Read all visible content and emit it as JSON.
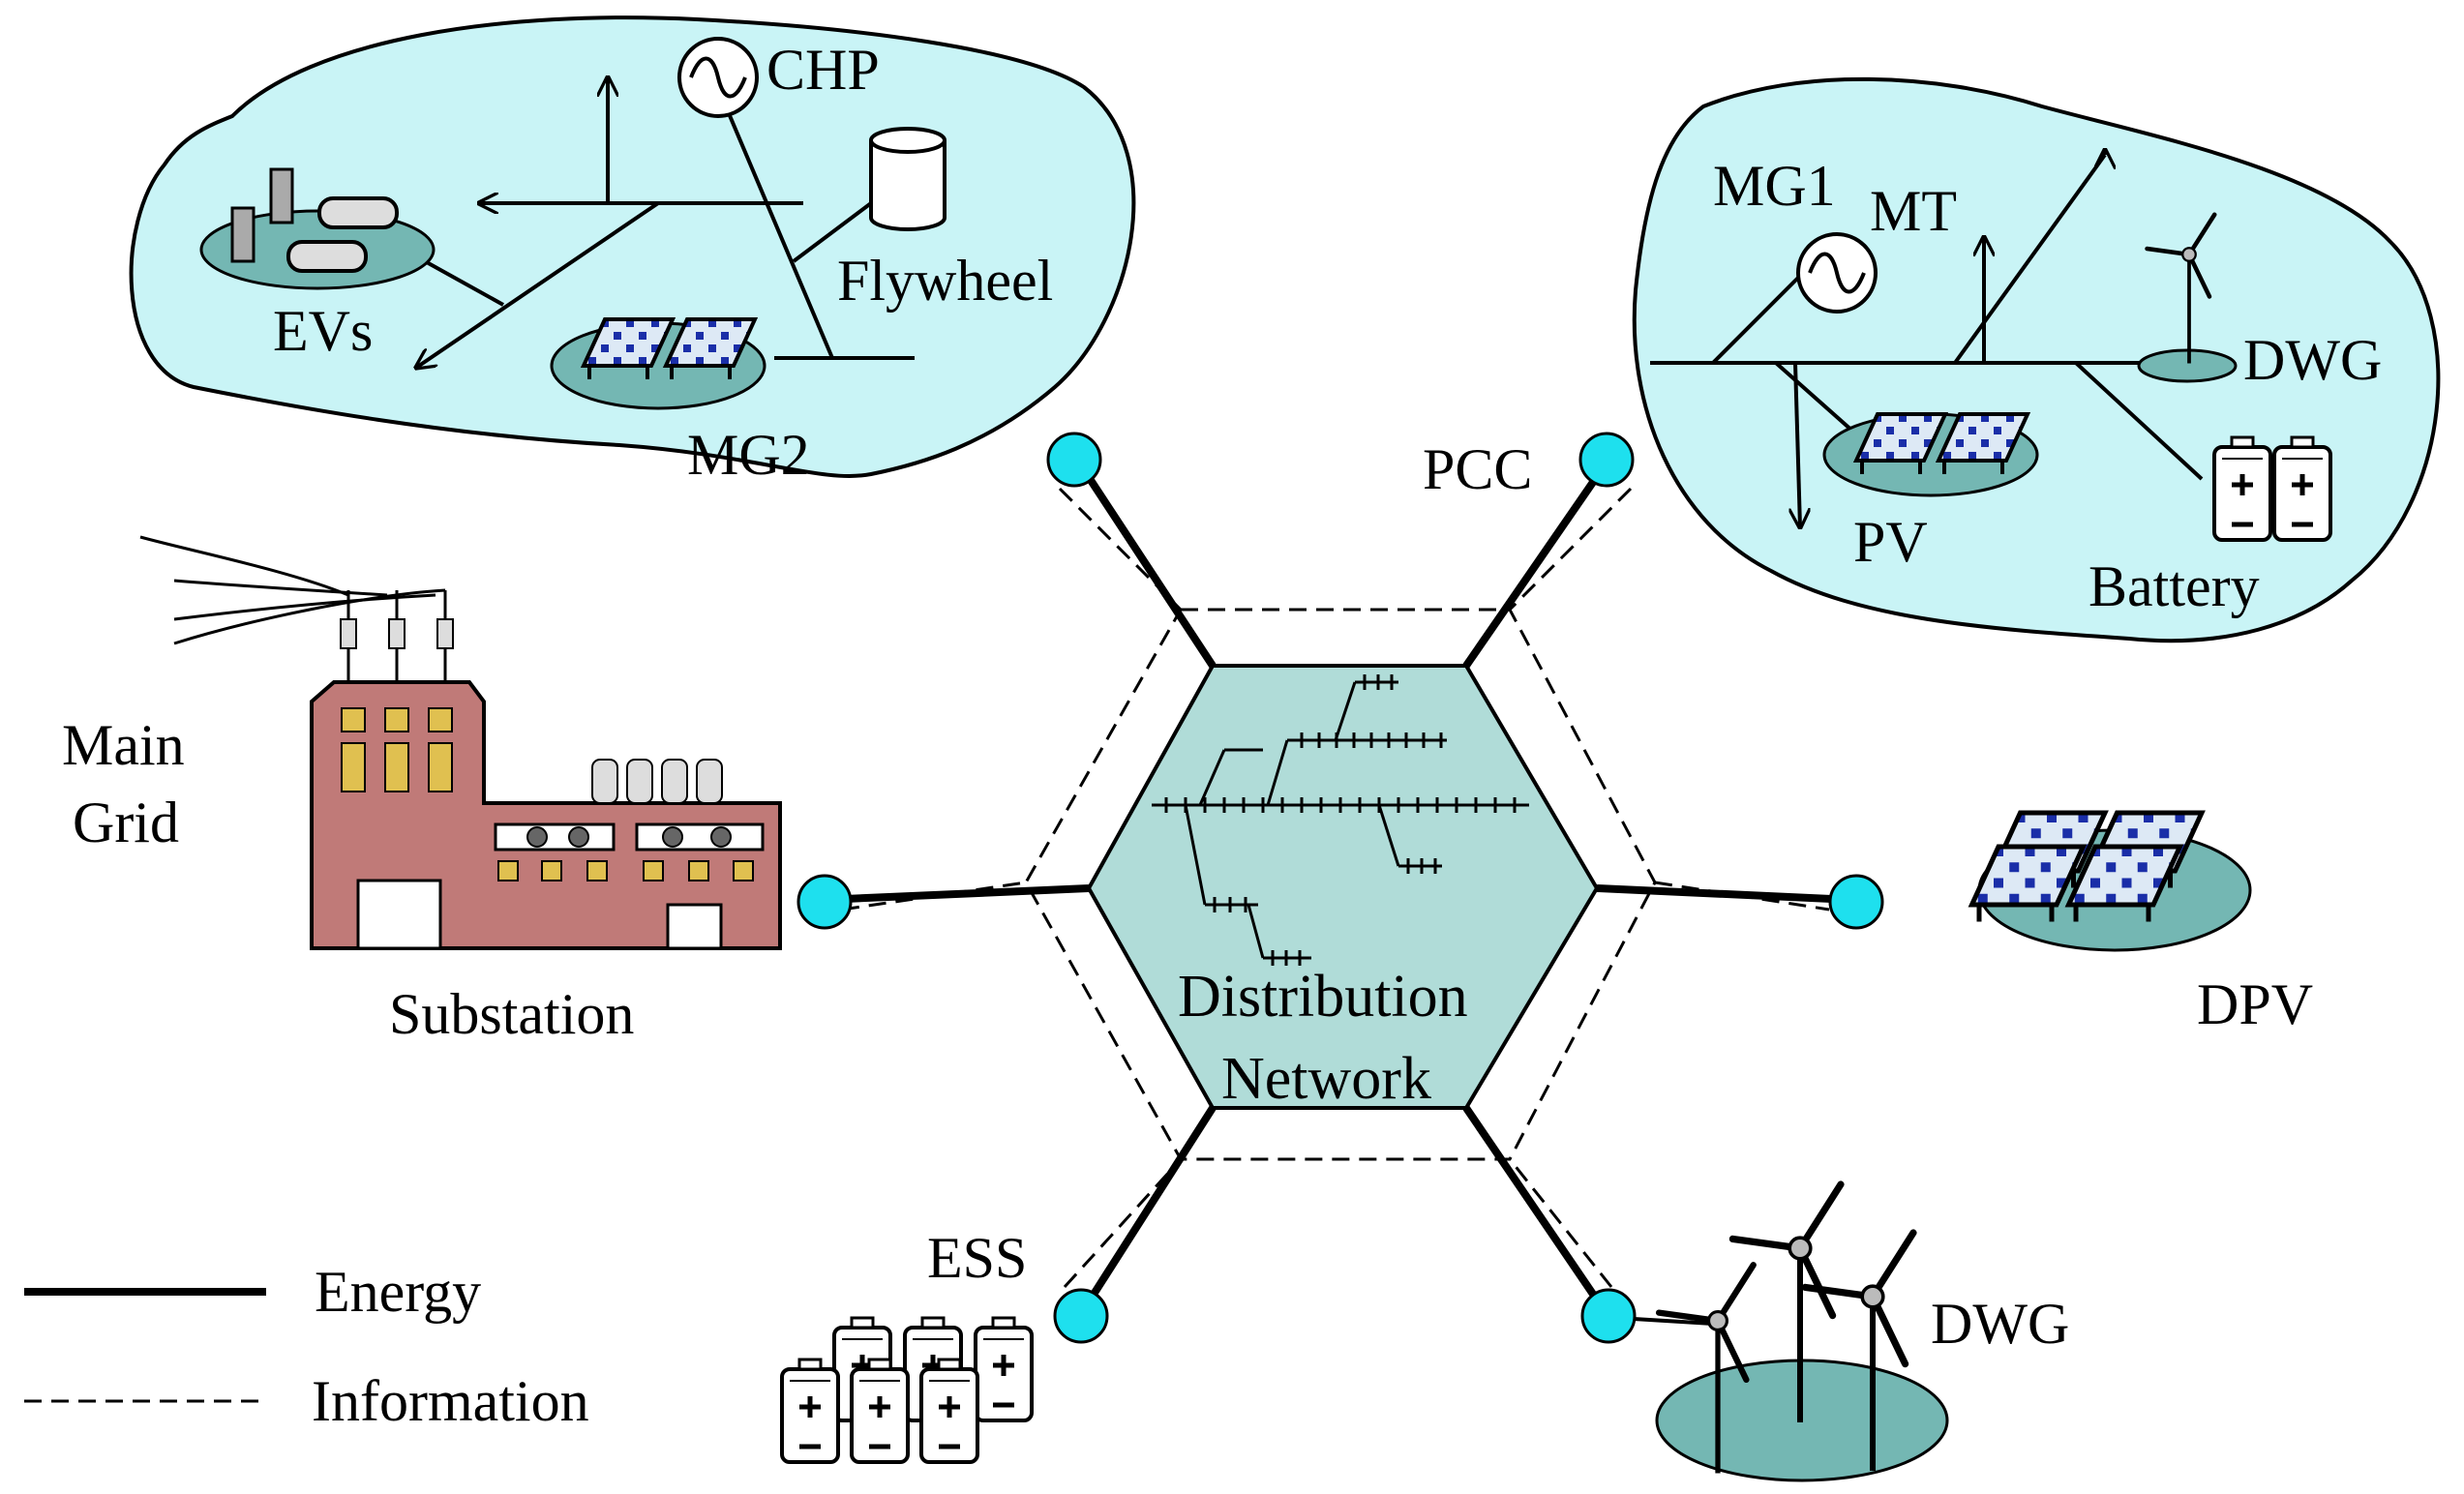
{
  "labels": {
    "main_grid_line1": "Main",
    "main_grid_line2": "Grid",
    "substation": "Substation",
    "network_line1": "Distribution",
    "network_line2": "Network",
    "pcc": "PCC",
    "ess": "ESS",
    "dpv": "DPV",
    "dwg_bottom": "DWG",
    "mg2": {
      "chp": "CHP",
      "flywheel": "Flywheel",
      "evs": "EVs",
      "title": "MG2"
    },
    "mg1": {
      "title": "MG1",
      "mt": "MT",
      "dwg": "DWG",
      "pv": "PV",
      "battery": "Battery"
    }
  },
  "legend": [
    {
      "label": "Energy",
      "style": "solid"
    },
    {
      "label": "Information",
      "style": "dashed"
    }
  ],
  "colors": {
    "cloud_fill": "#c9f4f6",
    "hexagon_fill": "#b0dcd8",
    "node_fill": "#1ee0ee",
    "platform_fill": "#74b7b3",
    "building_fill": "#c07a78",
    "window_fill": "#e0c050",
    "panel_fill": "#dde9f5",
    "panel_cell": "#1a2ea8"
  }
}
